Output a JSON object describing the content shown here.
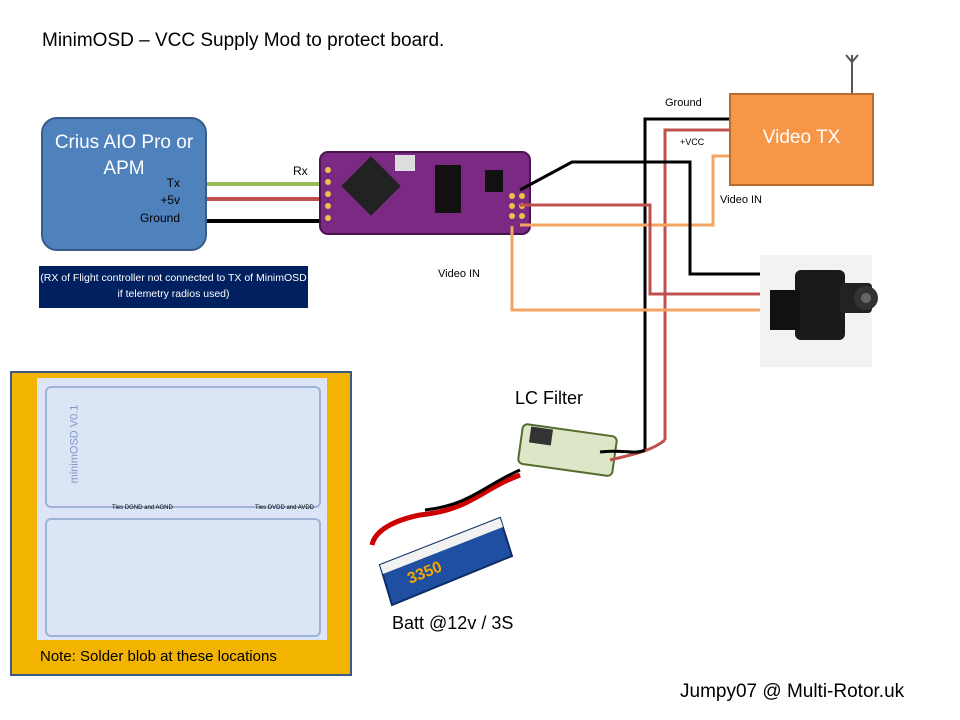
{
  "title": "MinimOSD – VCC Supply Mod to protect board.",
  "flight_controller": {
    "name": "Crius AIO Pro or APM",
    "pins": [
      "Tx",
      "+5v",
      "Ground"
    ],
    "note": "(RX of Flight controller not connected to TX of MinimOSD  if telemetry  radios used)"
  },
  "osd": {
    "rx_label": "Rx",
    "video_in_label": "Video IN"
  },
  "video_tx": {
    "name": "Video TX",
    "ground_label": "Ground",
    "vcc_label": "+VCC",
    "video_in_label": "Video IN"
  },
  "lc_filter": {
    "label": "LC Filter"
  },
  "battery": {
    "label": "Batt @12v / 3S",
    "capacity": "3350"
  },
  "pcb_inset": {
    "note": "Note: Solder blob at these locations",
    "left_caption": "Ties DGND and AGND",
    "right_caption": "Ties DVDD and AVDD",
    "board_label": "minimOSD V0.1"
  },
  "credit": "Jumpy07 @ Multi-Rotor.uk",
  "colors": {
    "blue_box": "#4f81bd",
    "orange_box": "#f79646",
    "note_bg": "#002060",
    "wire_orange": "#f4a460",
    "wire_red": "#c0504d",
    "wire_green": "#9bbb59"
  }
}
